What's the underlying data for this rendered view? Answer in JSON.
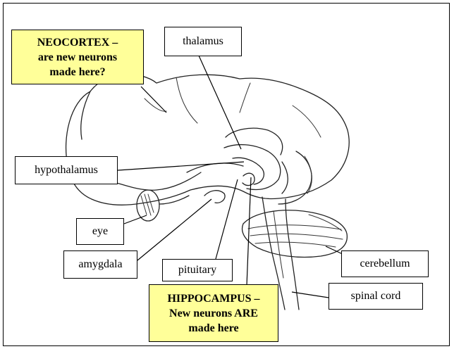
{
  "labels": {
    "thalamus": "thalamus",
    "hypothalamus": "hypothalamus",
    "eye": "eye",
    "amygdala": "amygdala",
    "pituitary": "pituitary",
    "cerebellum": "cerebellum",
    "spinal_cord": "spinal cord"
  },
  "highlights": {
    "neocortex": [
      "NEOCORTEX –",
      "are new neurons",
      "made here?"
    ],
    "hippocampus": [
      "HIPPOCAMPUS –",
      "New neurons ARE",
      "made here"
    ]
  },
  "colors": {
    "highlight_fill": "#ffff99",
    "line": "#000000"
  }
}
